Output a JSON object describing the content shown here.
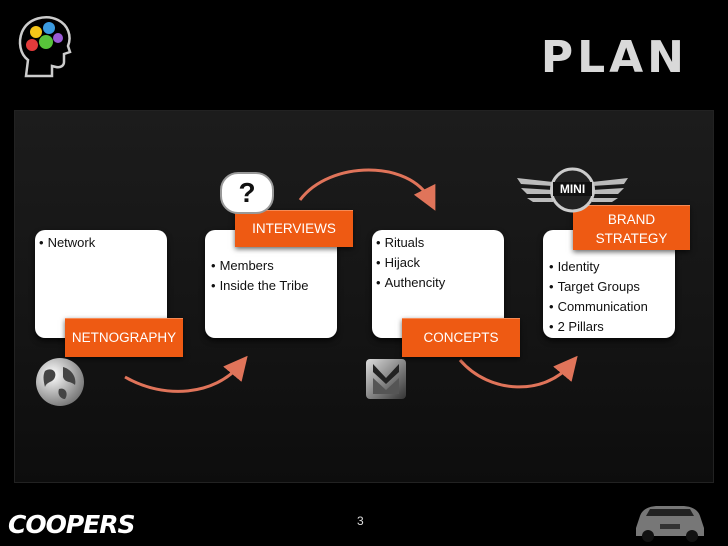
{
  "slide": {
    "title": "PLAN",
    "page_number": "3",
    "footer_logo": "COOPERS"
  },
  "steps": [
    {
      "label": "NETNOGRAPHY",
      "bullets": [
        "Network"
      ]
    },
    {
      "label": "INTERVIEWS",
      "bullets": [
        "Members",
        "Inside the Tribe"
      ]
    },
    {
      "label": "CONCEPTS",
      "bullets": [
        "Rituals",
        "Hijack",
        "Authencity"
      ]
    },
    {
      "label_line1": "BRAND",
      "label_line2": "STRATEGY",
      "bullets": [
        "Identity",
        "Target Groups",
        "Communication",
        "2 Pillars"
      ]
    }
  ],
  "icons": {
    "question": "?",
    "mini_badge": "MINI"
  },
  "colors": {
    "accent": "#ee5a13",
    "arrow": "#e0745a",
    "background": "#000000"
  }
}
